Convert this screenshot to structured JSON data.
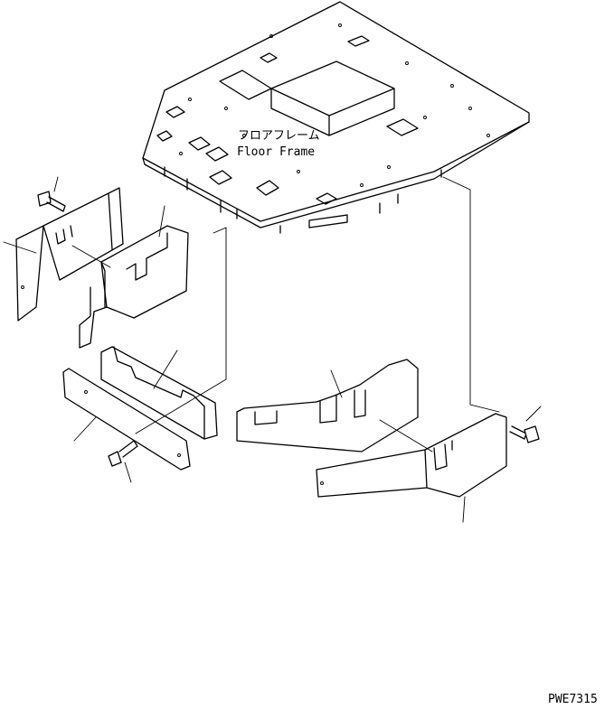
{
  "labels": {
    "floor_frame_ja": "フロアフレーム",
    "floor_frame_en": "Floor Frame",
    "drawing_code": "PWE7315"
  }
}
